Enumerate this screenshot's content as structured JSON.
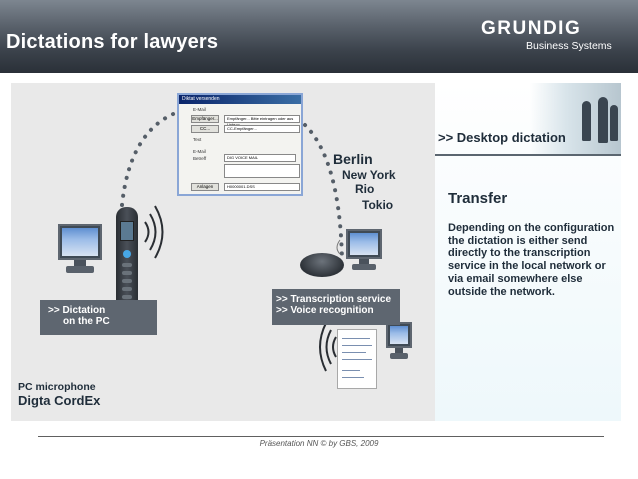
{
  "header": {
    "title": "Dictations for lawyers",
    "logo": "GRUNDIG",
    "logo_subtitle": "Business Systems"
  },
  "email_window": {
    "title": "Diktat versenden",
    "field_email": "E-Mail",
    "button_to": "Empfänger...",
    "value_to": "Empfänger... Bitte eintragen oder aus Liste w...",
    "button_cc": "CC...",
    "value_cc": "CC-Empfänger...",
    "field_text": "Text",
    "field_email2": "E-Mail",
    "field_subject": "Betreff",
    "value_subject": "DIG VOICE MAIL",
    "button_attachments": "Anlagen",
    "value_attachments": "H0000001.DSS"
  },
  "cities": [
    "Berlin",
    "New York",
    "Rio",
    "Tokio"
  ],
  "right_panel": {
    "link": ">> Desktop dictation",
    "title": "Transfer",
    "body": "Depending on the configuration the dictation is either send directly to the transcription service in the local network or via email somewhere else outside the network."
  },
  "labels": {
    "dictation_line1": ">> Dictation",
    "dictation_line2": "on the PC",
    "transcription": ">> Transcription service",
    "voice": ">> Voice recognition",
    "pc_microphone": "PC microphone",
    "device": "Digta CordEx"
  },
  "footer": "Präsentation NN © by GBS, 2009",
  "colors": {
    "label_bg": "#5e6670",
    "text_dark": "#1f2d3a",
    "dots": "#555e68"
  }
}
